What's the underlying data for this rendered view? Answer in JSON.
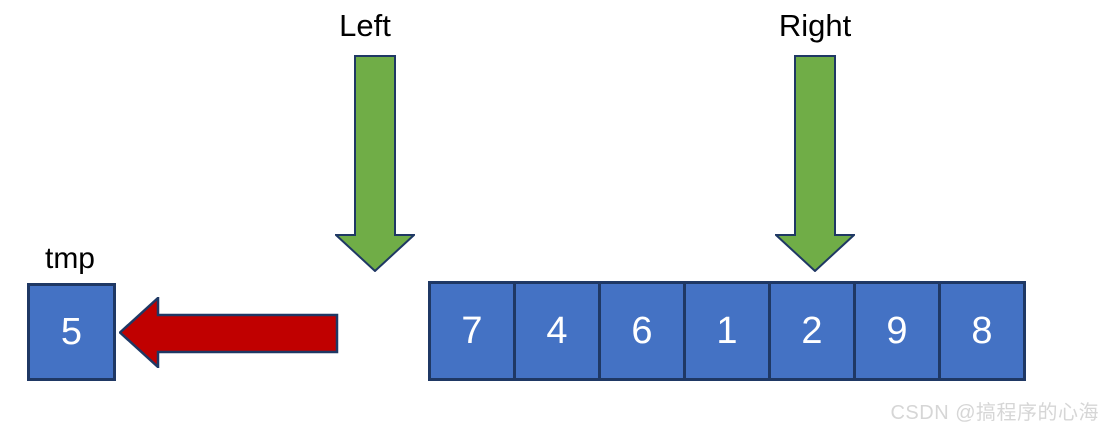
{
  "labels": {
    "left": "Left",
    "right": "Right",
    "tmp": "tmp"
  },
  "tmp": {
    "value": "5"
  },
  "array": {
    "values": [
      "7",
      "4",
      "6",
      "1",
      "2",
      "9",
      "8"
    ]
  },
  "icons": {
    "left_pointer": "down-arrow",
    "right_pointer": "down-arrow",
    "move_to_tmp": "left-arrow"
  },
  "watermark": "CSDN @搞程序的心海",
  "colors": {
    "cell_fill": "#4472C4",
    "cell_border": "#1F3864",
    "green_arrow_fill": "#70AD47",
    "red_arrow_fill": "#C00000",
    "arrow_border": "#1F3864",
    "label_text": "#000000",
    "cell_text": "#FFFFFF",
    "watermark_text": "#D6D6D6"
  }
}
